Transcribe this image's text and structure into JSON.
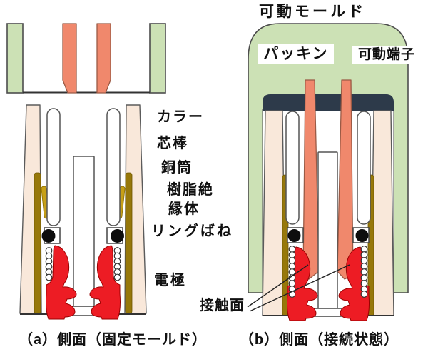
{
  "figure": {
    "description_labels": {
      "movable_mold": "可動モールド",
      "packing": "パッキン",
      "movable_terminal": "可動端子",
      "collar": "カラー",
      "core_rod": "芯棒",
      "copper_tube": "銅筒",
      "resin_insulator_line1": "樹脂絶",
      "resin_insulator_line2": "縁体",
      "ring_spring": "リングばね",
      "electrode": "電極",
      "contact_surface": "接触面"
    },
    "captions": {
      "a": "（a）側面（固定モールド）",
      "b": "（b）側面（接続状態）"
    },
    "colors": {
      "mold_green": "#cce1b5",
      "terminal_salmon": "#f0886c",
      "insulator_peach": "#f9e8da",
      "copper_gold_dark": "#97780a",
      "spring_gold_light": "#c7a017",
      "electrode_red": "#ed1c24",
      "packing_navy": "#2d3a4a",
      "outline_gray": "#4d4d4d",
      "background": "#ffffff"
    }
  }
}
